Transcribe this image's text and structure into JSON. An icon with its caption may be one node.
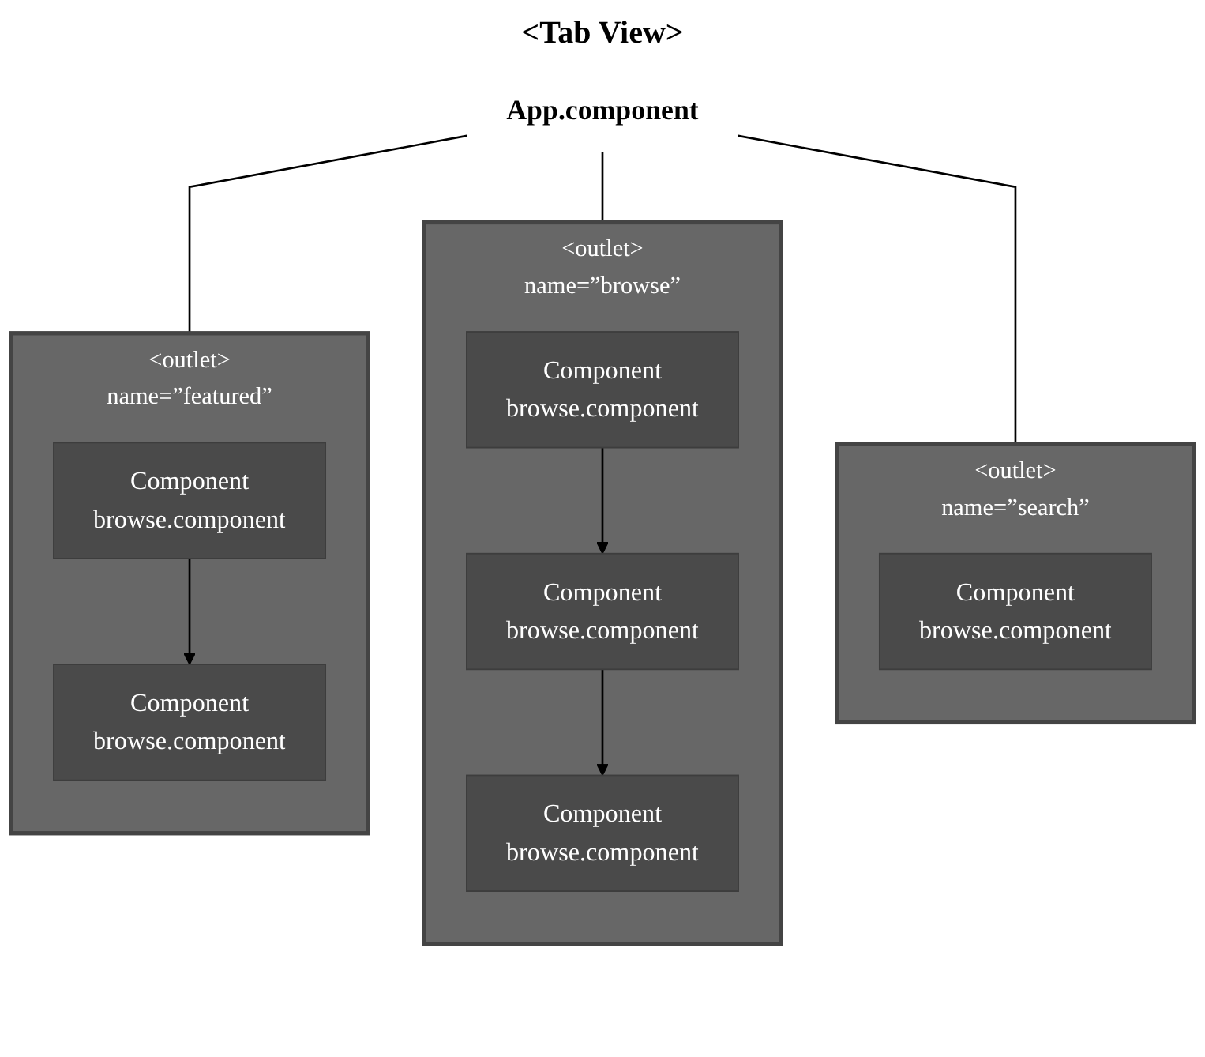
{
  "diagram": {
    "title": "<Tab View>",
    "nodes": [
      {
        "text": [
          "App.component"
        ]
      },
      {
        "text": [
          "<outlet>",
          "name=”featured”"
        ]
      },
      {
        "text": [
          "Component",
          "browse.component"
        ],
        "in": 1
      },
      {
        "text": [
          "Component",
          "browse.component"
        ],
        "in": 1
      },
      {
        "text": [
          "<outlet>",
          "name=”browse”"
        ]
      },
      {
        "text": [
          "Component",
          "browse.component"
        ],
        "in": 4
      },
      {
        "text": [
          "Component",
          "browse.component"
        ],
        "in": 4
      },
      {
        "text": [
          "Component",
          "browse.component"
        ],
        "in": 4
      },
      {
        "text": [
          "<outlet>",
          "name=”search”"
        ]
      },
      {
        "text": [
          "Component",
          "browse.component"
        ],
        "in": 8
      }
    ],
    "edges": [
      {
        "from": 0,
        "to": 1,
        "arrow": "none"
      },
      {
        "from": 0,
        "to": 4,
        "arrow": "none"
      },
      {
        "from": 0,
        "to": 8,
        "arrow": "none"
      },
      {
        "from": 2,
        "to": 3,
        "arrow": "to"
      },
      {
        "from": 5,
        "to": 6,
        "arrow": "to"
      },
      {
        "from": 6,
        "to": 7,
        "arrow": "to"
      }
    ]
  }
}
